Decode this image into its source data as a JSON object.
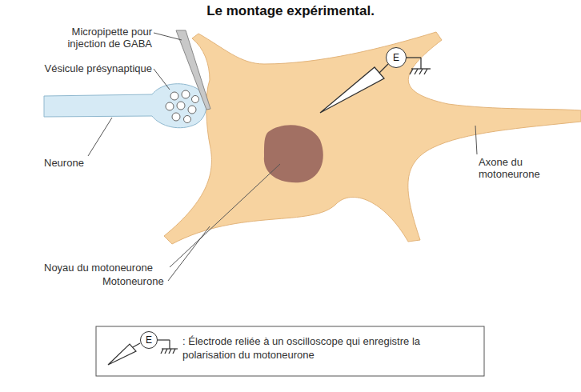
{
  "diagram": {
    "title": "Le montage expérimental.",
    "nodes": [
      {
        "text": [
          "E"
        ]
      },
      {
        "text": [
          "E"
        ]
      }
    ],
    "labels": [
      "Micropipette pour injection de GABA",
      "Vésicule présynaptique",
      "Neurone",
      "Axone du motoneurone",
      "Noyau du motoneurone",
      "Motoneurone"
    ],
    "legend": [
      {
        "text": ": Électrode reliée à un oscilloscope qui enregistre la polarisation du motoneurone"
      }
    ]
  }
}
